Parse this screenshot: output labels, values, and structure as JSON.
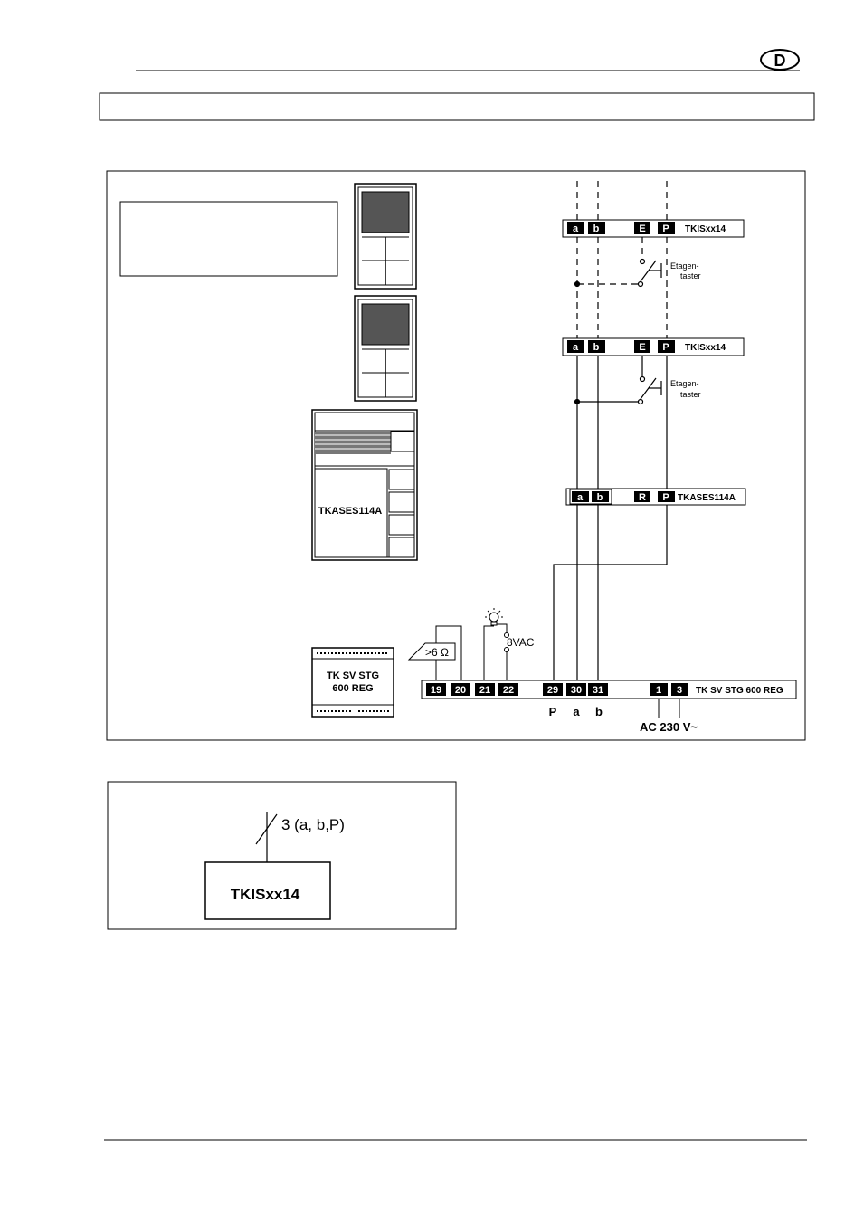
{
  "header": {
    "country_badge": "D"
  },
  "wiring": {
    "tkis_top": {
      "terminal_a": "a",
      "terminal_b": "b",
      "terminal_e": "E",
      "terminal_p": "P",
      "model": "TKISxx14"
    },
    "floor_button_top": {
      "line1": "Etagen-",
      "line2": "taster"
    },
    "tkis_middle": {
      "terminal_a": "a",
      "terminal_b": "b",
      "terminal_e": "E",
      "terminal_p": "P",
      "model": "TKISxx14"
    },
    "floor_button_middle": {
      "line1": "Etagen-",
      "line2": "taster"
    },
    "tkases": {
      "terminal_a": "a",
      "terminal_b": "b",
      "terminal_r": "R",
      "terminal_p": "P",
      "model": "TKASES114A"
    },
    "tkases_device_label": "TKASES114A",
    "resistor_label": ">6 Ω",
    "lamp_voltage": "8VAC",
    "power_supply": {
      "device_line1": "TK SV STG",
      "device_line2": "600 REG",
      "model": "TK SV STG 600 REG",
      "terminals": [
        "19",
        "20",
        "21",
        "22",
        "29",
        "30",
        "31",
        "1",
        "3"
      ],
      "bus_labels": [
        "P",
        "a",
        "b"
      ],
      "mains_label": "AC 230 V~"
    }
  },
  "schematic": {
    "wire_label": "3 (a, b,P)",
    "device_label": "TKISxx14"
  }
}
